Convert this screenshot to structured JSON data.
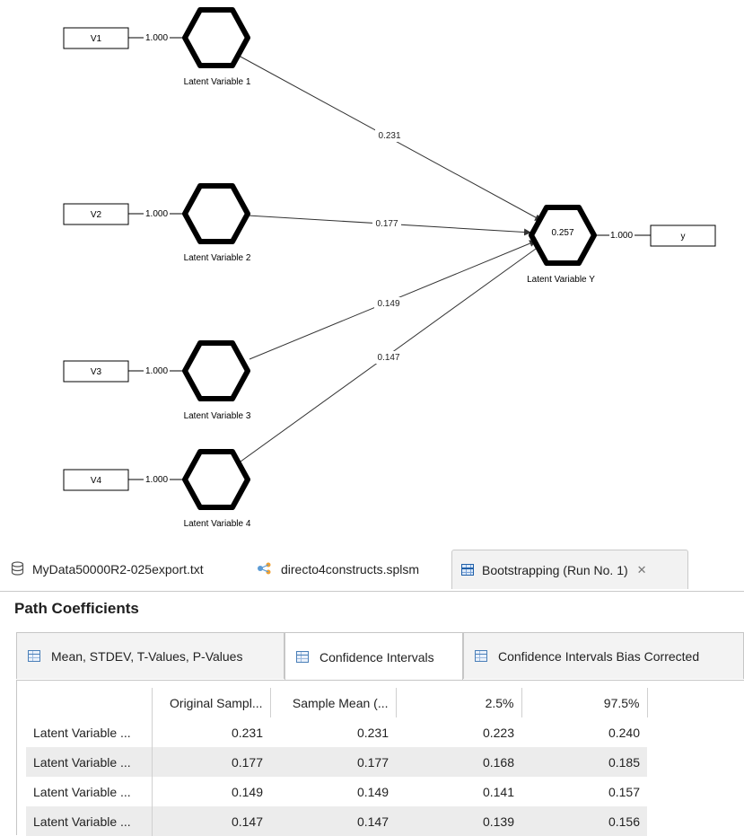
{
  "diagram": {
    "indicators": [
      "V1",
      "V2",
      "V3",
      "V4"
    ],
    "indicator_loadings": [
      "1.000",
      "1.000",
      "1.000",
      "1.000"
    ],
    "latent_labels": [
      "Latent Variable 1",
      "Latent Variable 2",
      "Latent Variable 3",
      "Latent Variable 4"
    ],
    "paths": [
      "0.231",
      "0.177",
      "0.149",
      "0.147"
    ],
    "target": {
      "label": "Latent Variable Y",
      "r2": "0.257",
      "loading": "1.000",
      "indicator": "y"
    }
  },
  "editor_tabs": [
    {
      "label": "MyData50000R2-025export.txt",
      "icon": "database-icon"
    },
    {
      "label": "directo4constructs.splsm",
      "icon": "model-icon"
    },
    {
      "label": "Bootstrapping (Run No. 1)",
      "icon": "table-icon",
      "close": "✕"
    }
  ],
  "section_title": "Path Coefficients",
  "result_tabs": [
    {
      "label": "Mean, STDEV, T-Values, P-Values"
    },
    {
      "label": "Confidence Intervals"
    },
    {
      "label": "Confidence Intervals Bias Corrected"
    }
  ],
  "table": {
    "headers": [
      "",
      "Original Sampl...",
      "Sample Mean (...",
      "2.5%",
      "97.5%"
    ],
    "rows": [
      [
        "Latent Variable ...",
        "0.231",
        "0.231",
        "0.223",
        "0.240"
      ],
      [
        "Latent Variable ...",
        "0.177",
        "0.177",
        "0.168",
        "0.185"
      ],
      [
        "Latent Variable ...",
        "0.149",
        "0.149",
        "0.141",
        "0.157"
      ],
      [
        "Latent Variable ...",
        "0.147",
        "0.147",
        "0.139",
        "0.156"
      ]
    ]
  },
  "colors": {
    "hexagon_stroke": "#000000",
    "row_alt": "#ececec",
    "table_icon": "#4a7fb8"
  }
}
